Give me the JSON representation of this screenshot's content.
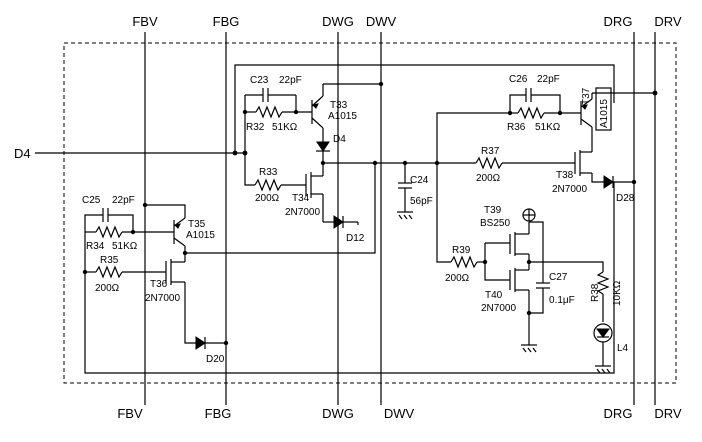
{
  "pins_top": [
    "FBV",
    "FBG",
    "DWG",
    "DWV",
    "DRG",
    "DRV"
  ],
  "pins_bottom": [
    "FBV",
    "FBG",
    "DWG",
    "DWV",
    "DRG",
    "DRV"
  ],
  "input_pin": "D4",
  "components": {
    "C23": {
      "ref": "C23",
      "val": "22pF"
    },
    "R32": {
      "ref": "R32",
      "val": "51KΩ"
    },
    "T33": {
      "ref": "T33",
      "val": "A1015"
    },
    "D4": {
      "ref": "D4"
    },
    "R33": {
      "ref": "R33",
      "val": "200Ω"
    },
    "T34": {
      "ref": "T34",
      "val": "2N7000"
    },
    "D12": {
      "ref": "D12"
    },
    "C24": {
      "ref": "C24",
      "val": "56pF"
    },
    "C25": {
      "ref": "C25",
      "val": "22pF"
    },
    "R34": {
      "ref": "R34",
      "val": "51KΩ"
    },
    "T35": {
      "ref": "T35",
      "val": "A1015"
    },
    "R35": {
      "ref": "R35",
      "val": "200Ω"
    },
    "T36": {
      "ref": "T36",
      "val": "2N7000"
    },
    "D20": {
      "ref": "D20"
    },
    "C26": {
      "ref": "C26",
      "val": "22pF"
    },
    "R36": {
      "ref": "R36",
      "val": "51KΩ"
    },
    "T37": {
      "ref": "T37",
      "val": "A1015"
    },
    "R37": {
      "ref": "R37",
      "val": "200Ω"
    },
    "T38": {
      "ref": "T38",
      "val": "2N7000"
    },
    "D28": {
      "ref": "D28"
    },
    "T39": {
      "ref": "T39",
      "val": "BS250"
    },
    "R39": {
      "ref": "R39",
      "val": "200Ω"
    },
    "T40": {
      "ref": "T40",
      "val": "2N7000"
    },
    "C27": {
      "ref": "C27",
      "val": "0.1μF"
    },
    "R38": {
      "ref": "R38",
      "val": "10KΩ"
    },
    "L4": {
      "ref": "L4"
    }
  }
}
